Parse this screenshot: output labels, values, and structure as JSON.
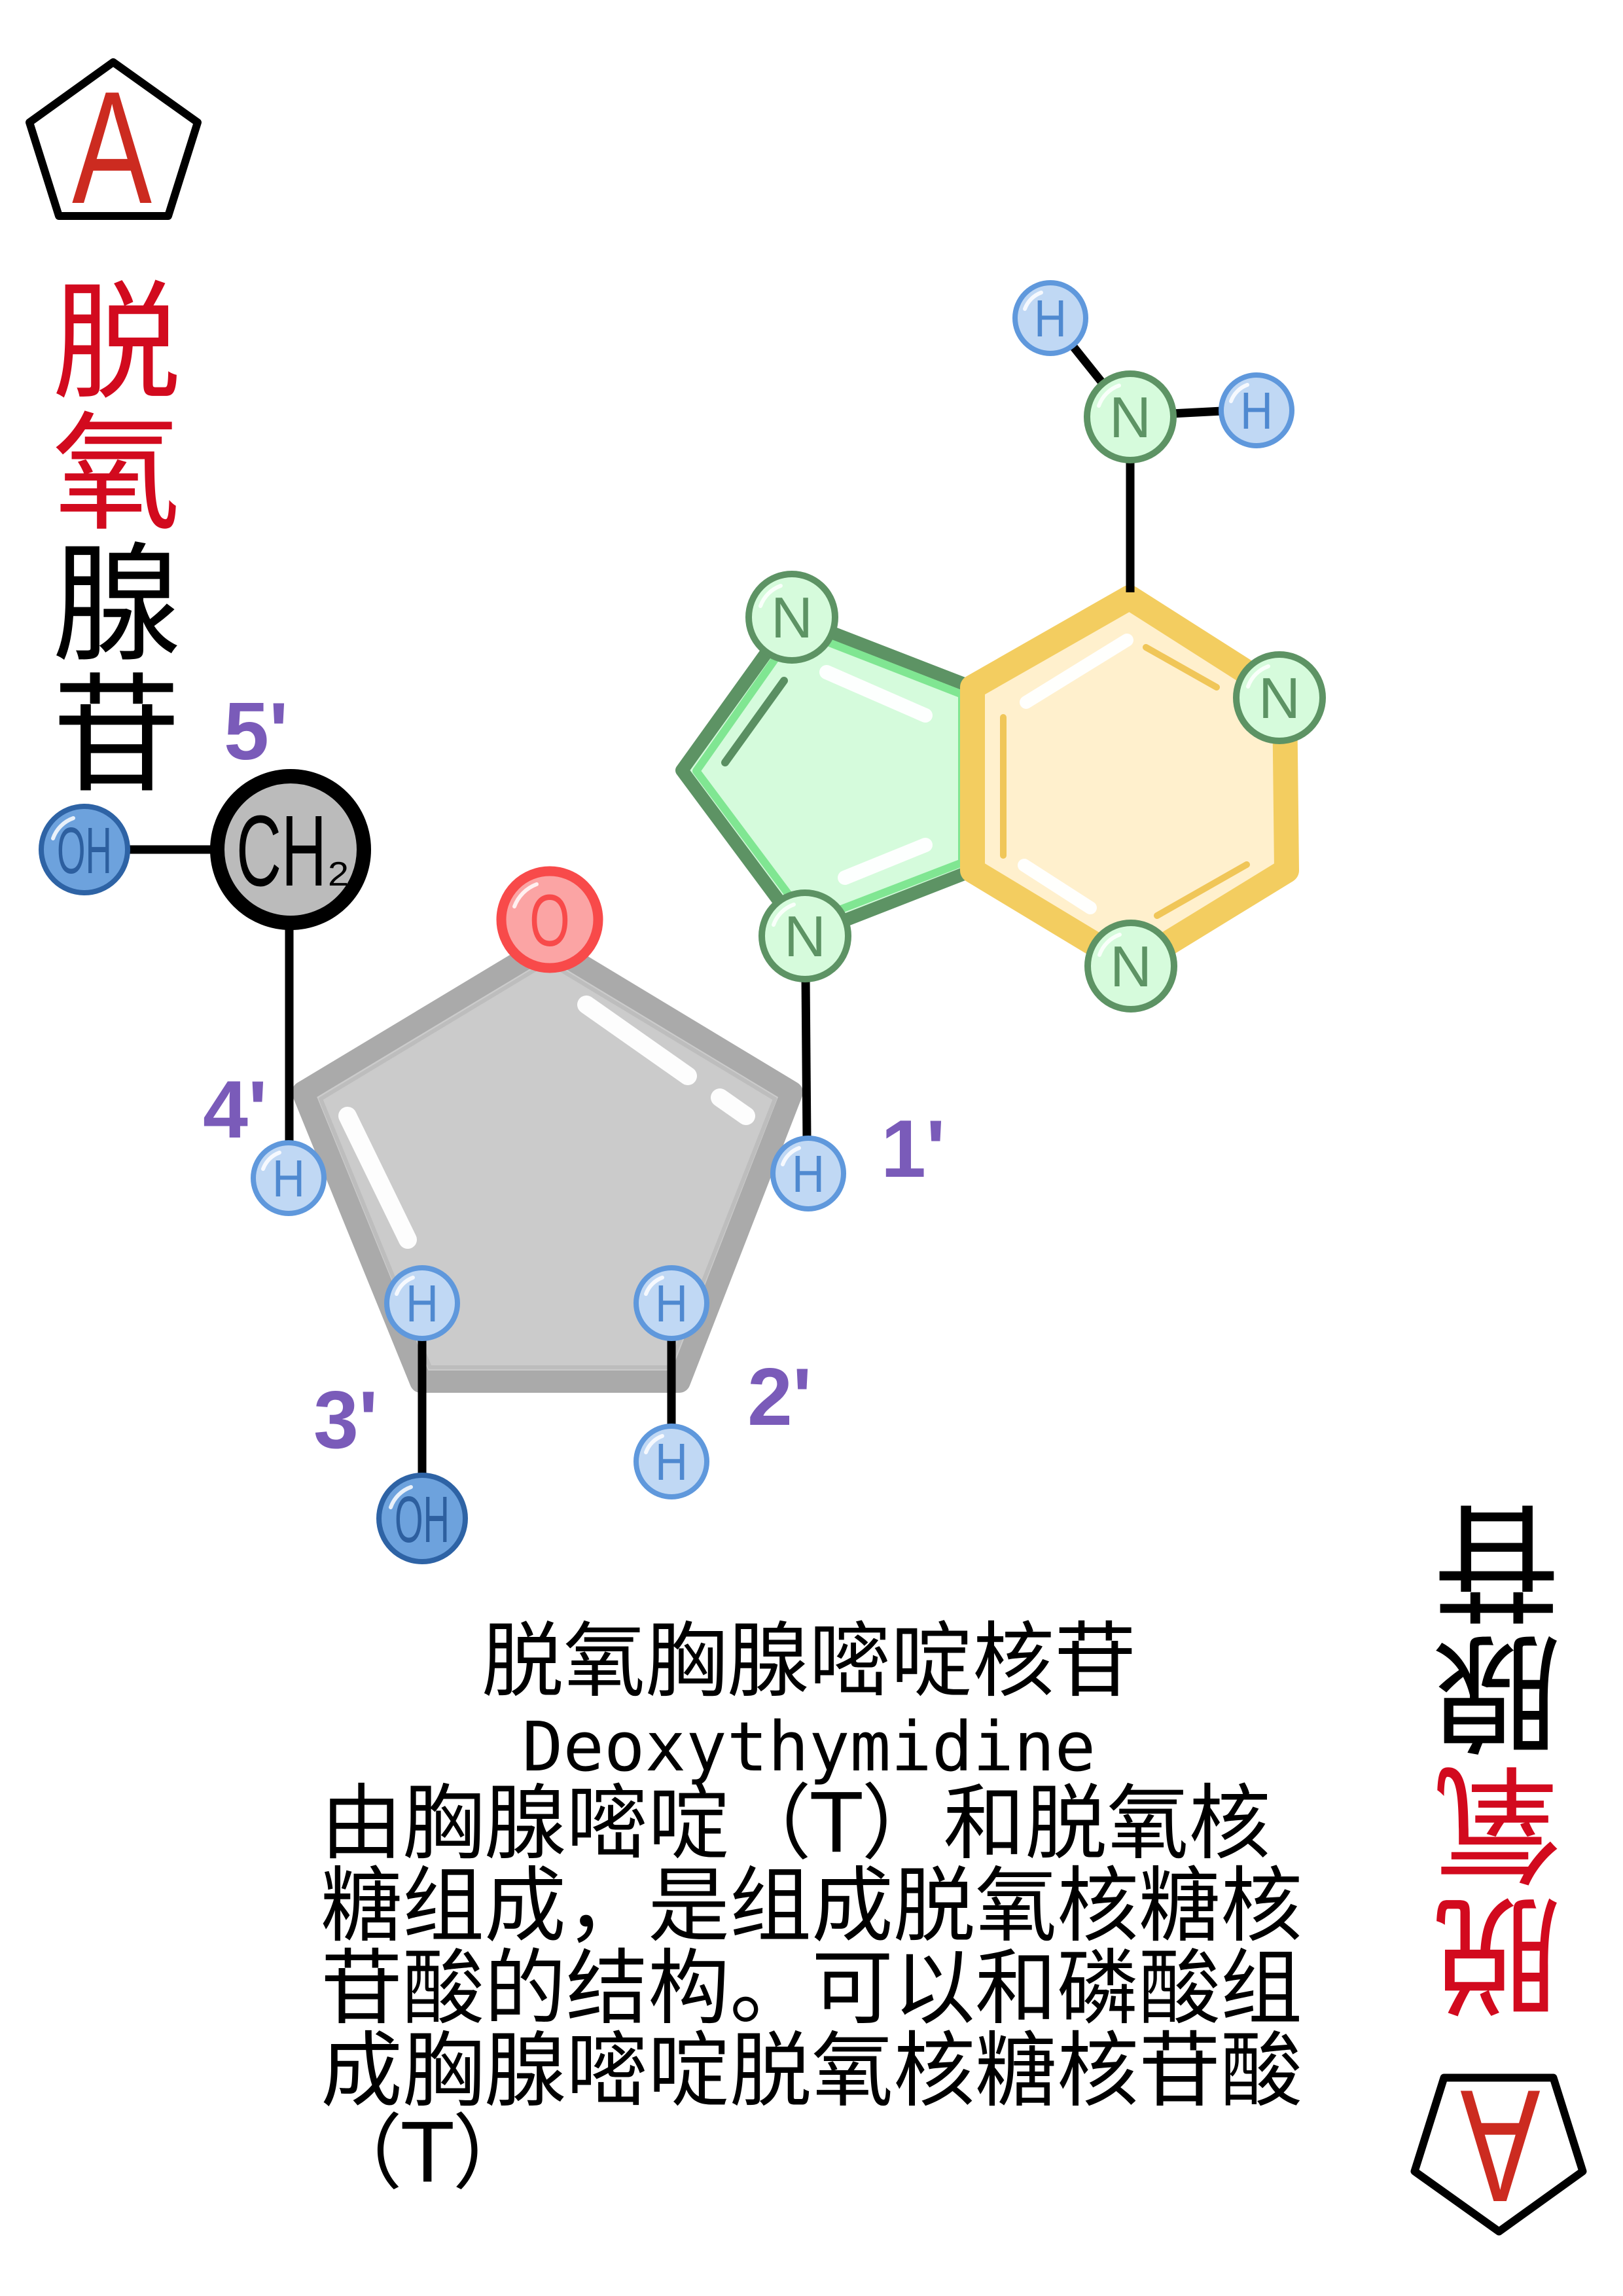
{
  "card": {
    "corner_letter": "A",
    "side_title": [
      {
        "char": "脱",
        "tone": "red"
      },
      {
        "char": "氧",
        "tone": "red"
      },
      {
        "char": "腺",
        "tone": "black"
      },
      {
        "char": "苷",
        "tone": "black"
      }
    ]
  },
  "molecule": {
    "atoms": {
      "amino_n": "N",
      "amino_h_top": "H",
      "amino_h_right": "H",
      "n1": "N",
      "n3": "N",
      "n7": "N",
      "n9": "N",
      "ring_o": "O",
      "c5_group": "CH",
      "c5_group_subscript": "2",
      "oh_5": "OH",
      "oh_3": "OH",
      "h_1": "H",
      "h_2a": "H",
      "h_2b": "H",
      "h_3": "H",
      "h_4": "H"
    },
    "position_labels": {
      "p5": "5'",
      "p4": "4'",
      "p3": "3'",
      "p2": "2'",
      "p1": "1'"
    }
  },
  "description": {
    "name_cn": "脱氧胸腺嘧啶核苷",
    "name_en": "Deoxythymidine",
    "lines": [
      "由胸腺嘧啶（T）和脱氧核",
      "糖组成，是组成脱氧核糖核",
      "苷酸的结构。可以和磷酸组",
      "成胸腺嘧啶脱氧核糖核苷酸",
      "（T）"
    ]
  },
  "colors": {
    "title_red": "#d20a1e",
    "corner_letter_red": "#cc2b20",
    "label_purple": "#7a5bb9",
    "sugar_gray": "#cbcbcb",
    "imidazole_green": "#d5fbdc",
    "pyrimidine_yellow": "#f3cd60",
    "oxygen_red": "#f84a4a",
    "hydrogen_blue": "#5f98dc",
    "nitrogen_green": "#5d9364"
  }
}
